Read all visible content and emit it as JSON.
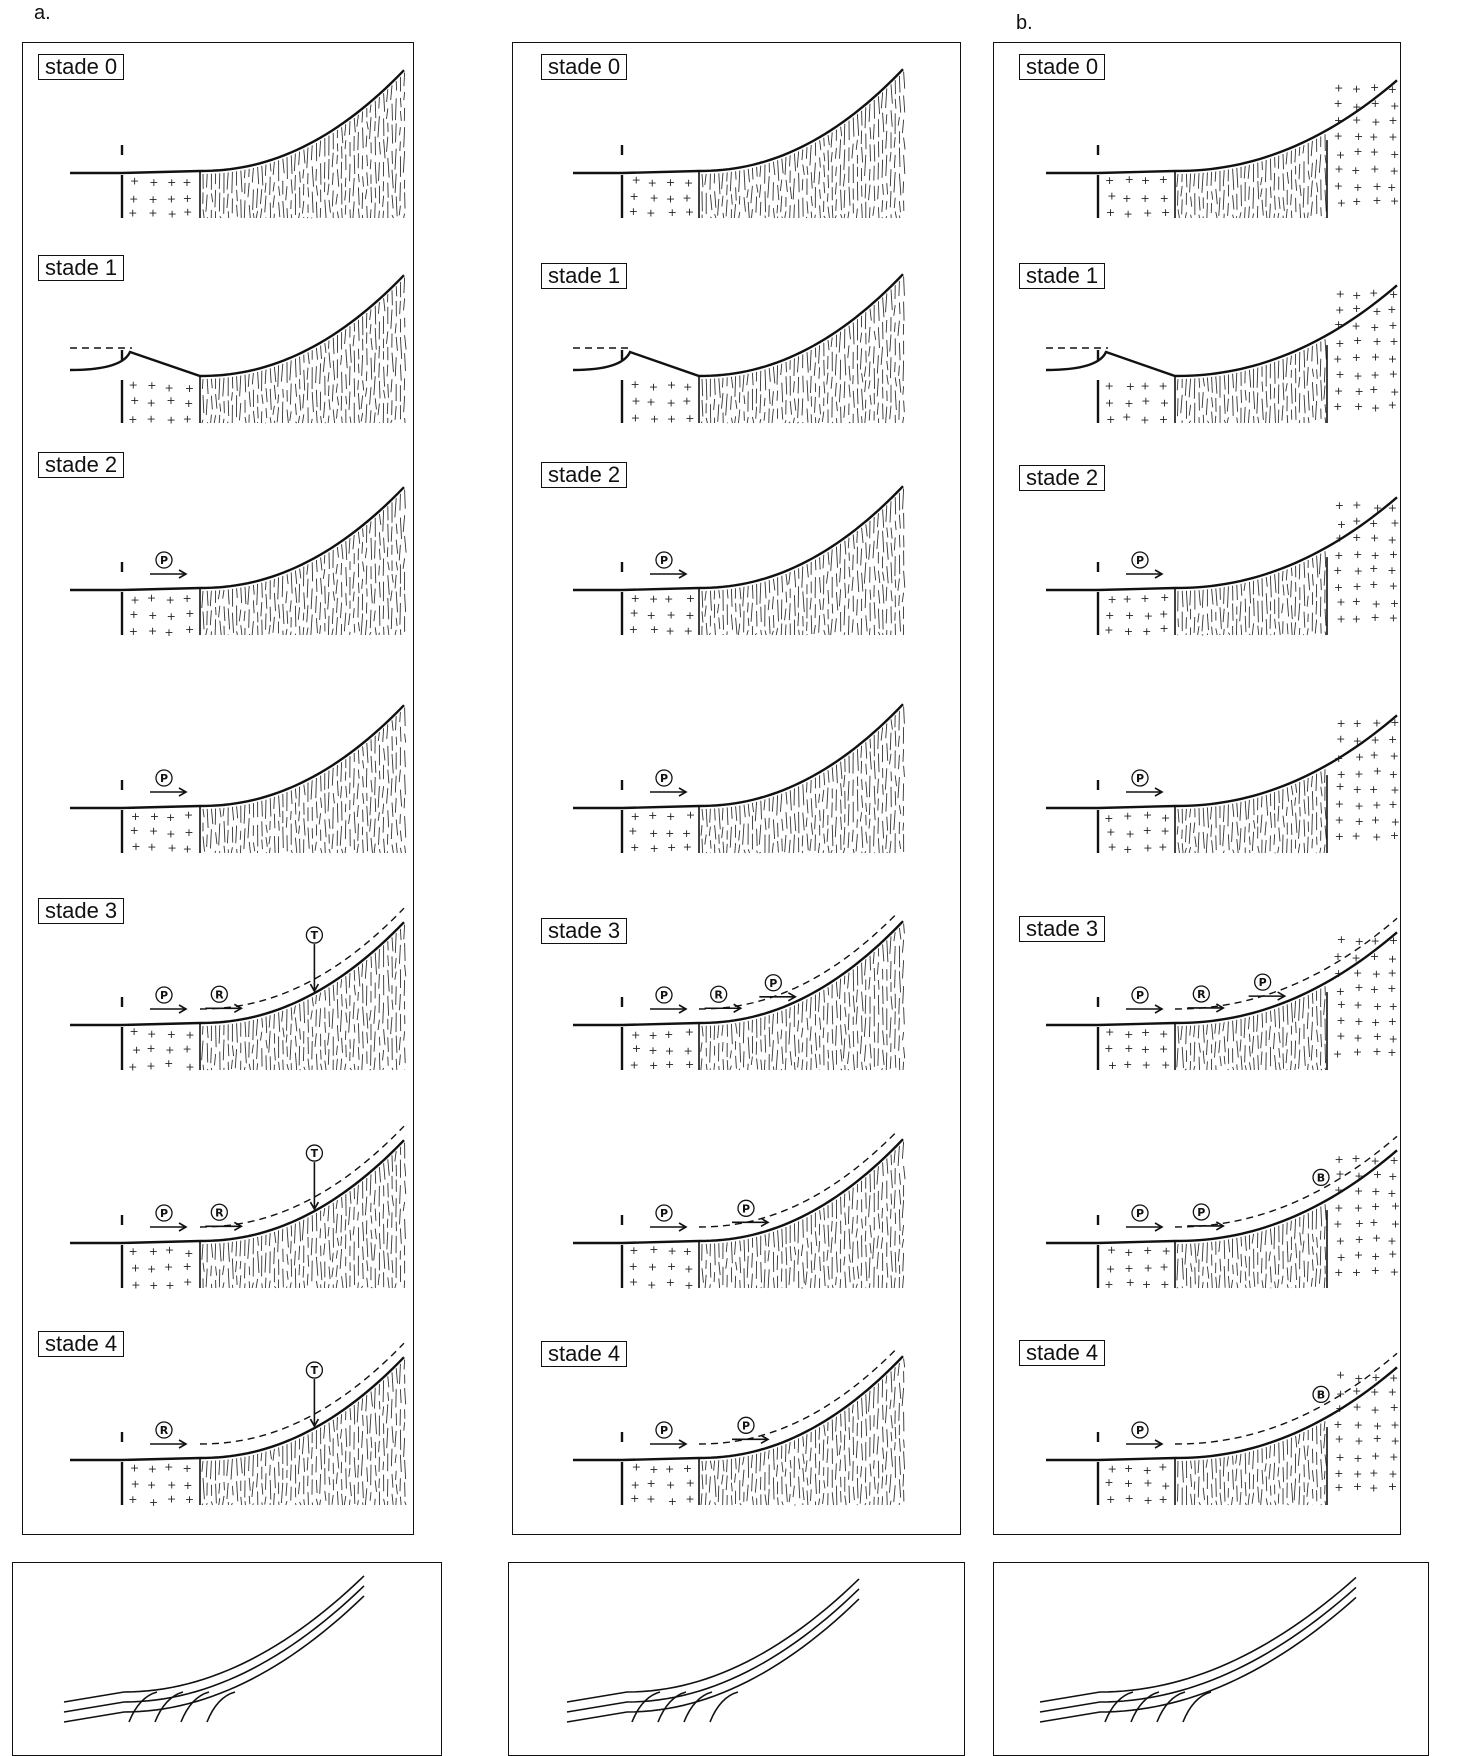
{
  "panel_letters": {
    "a": "a.",
    "b": "b."
  },
  "columns": [
    {
      "id": "col1",
      "stages": [
        {
          "label": "stade 0",
          "markers": []
        },
        {
          "label": "stade 1",
          "markers": []
        },
        {
          "label": "stade 2",
          "markers": [
            "P"
          ]
        },
        {
          "label": "",
          "markers": [
            "P"
          ]
        },
        {
          "label": "stade 3",
          "markers": [
            "P",
            "R",
            "T"
          ]
        },
        {
          "label": "",
          "markers": [
            "P",
            "R",
            "T"
          ]
        },
        {
          "label": "stade 4",
          "markers": [
            "R",
            "T"
          ]
        }
      ]
    },
    {
      "id": "col2",
      "stages": [
        {
          "label": "stade 0",
          "markers": []
        },
        {
          "label": "stade 1",
          "markers": []
        },
        {
          "label": "stade 2",
          "markers": [
            "P"
          ]
        },
        {
          "label": "",
          "markers": [
            "P"
          ]
        },
        {
          "label": "stade 3",
          "markers": [
            "P",
            "R",
            "P"
          ]
        },
        {
          "label": "",
          "markers": [
            "P",
            "P"
          ]
        },
        {
          "label": "stade 4",
          "markers": [
            "P",
            "P"
          ]
        }
      ]
    },
    {
      "id": "col3",
      "stages": [
        {
          "label": "stade 0",
          "markers": []
        },
        {
          "label": "stade 1",
          "markers": []
        },
        {
          "label": "stade 2",
          "markers": [
            "P"
          ]
        },
        {
          "label": "",
          "markers": [
            "P"
          ]
        },
        {
          "label": "stade 3",
          "markers": [
            "P",
            "R",
            "P"
          ]
        },
        {
          "label": "",
          "markers": [
            "P",
            "P",
            "B"
          ]
        },
        {
          "label": "stade 4",
          "markers": [
            "P",
            "B"
          ]
        }
      ]
    }
  ]
}
